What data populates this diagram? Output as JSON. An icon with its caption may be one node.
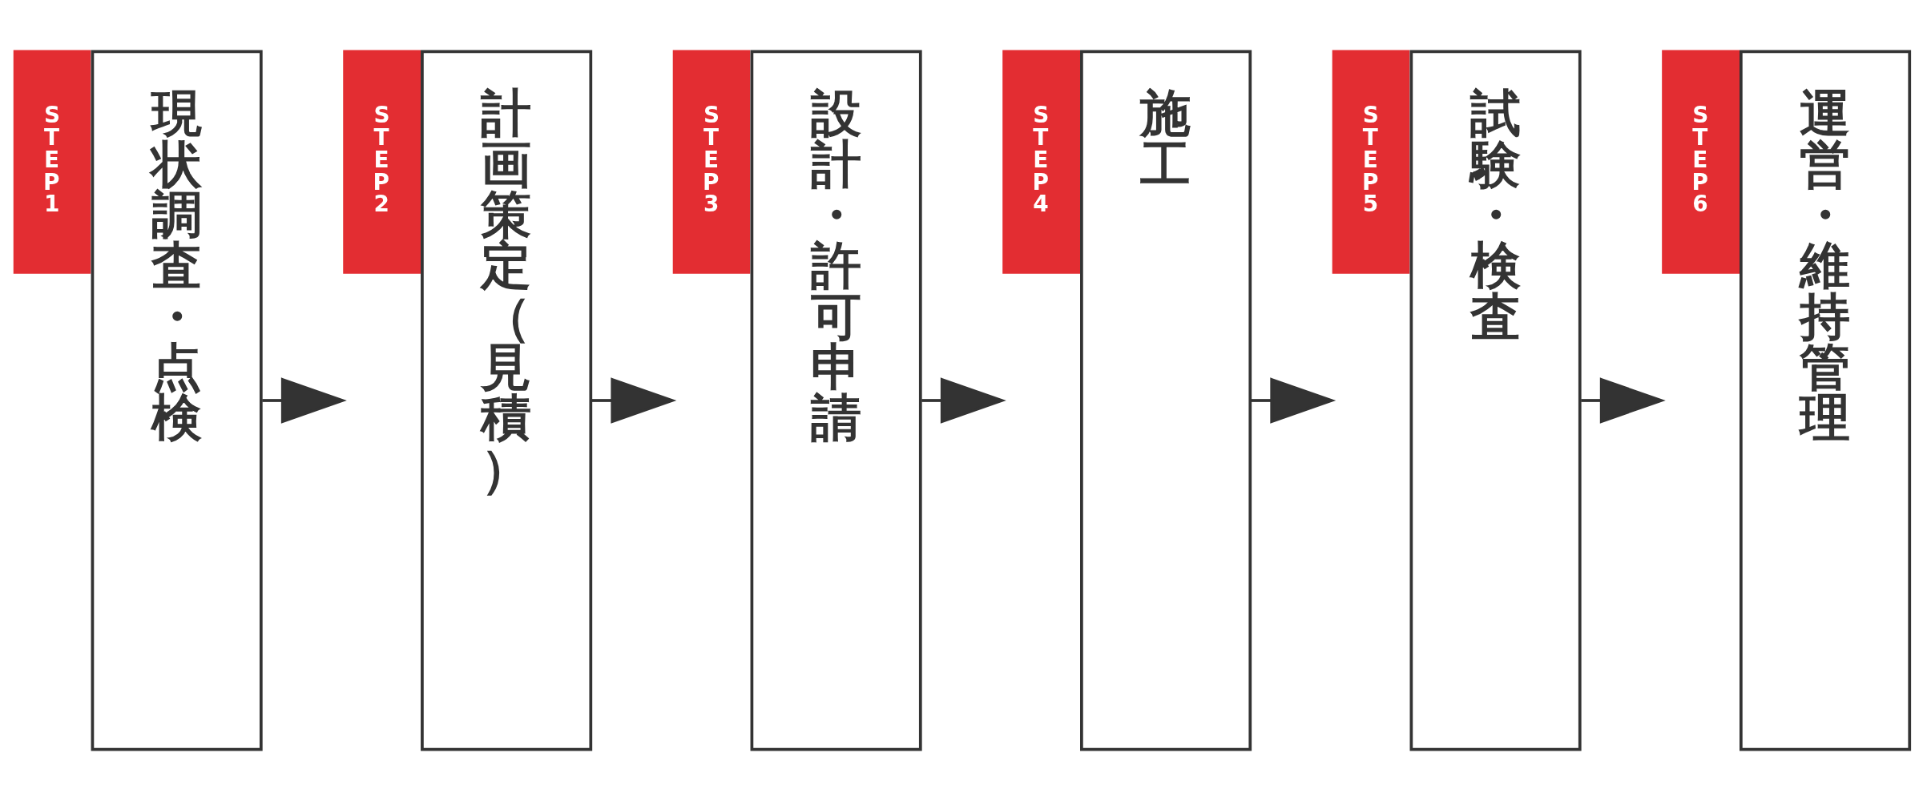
{
  "diagram": {
    "nodes": [
      {
        "text": [
          "STEP1",
          "現状調査・点検"
        ]
      },
      {
        "text": [
          "STEP2",
          "計画策定（見積）"
        ]
      },
      {
        "text": [
          "STEP3",
          "設計・許可申請"
        ]
      },
      {
        "text": [
          "STEP4",
          "施工"
        ]
      },
      {
        "text": [
          "STEP5",
          "試験・検査"
        ]
      },
      {
        "text": [
          "STEP6",
          "運営・維持管理"
        ]
      }
    ],
    "edges": [
      {
        "from": 0,
        "to": 1,
        "arrow": "to"
      },
      {
        "from": 1,
        "to": 2,
        "arrow": "to"
      },
      {
        "from": 2,
        "to": 3,
        "arrow": "to"
      },
      {
        "from": 3,
        "to": 4,
        "arrow": "to"
      },
      {
        "from": 4,
        "to": 5,
        "arrow": "to"
      }
    ]
  }
}
